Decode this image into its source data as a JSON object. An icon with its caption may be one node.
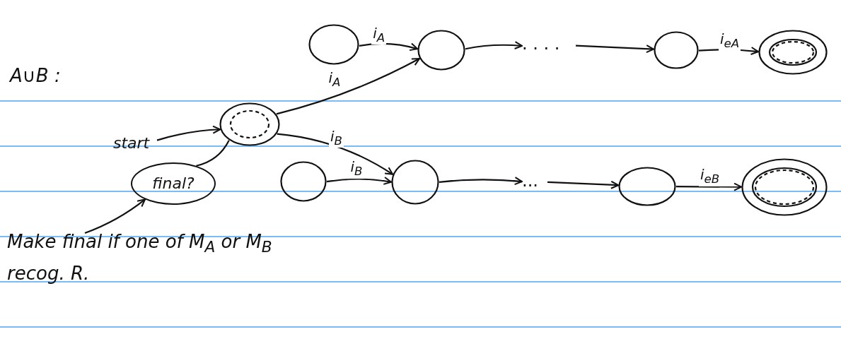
{
  "diagram": {
    "title": "A∪B :",
    "nodes": [
      {
        "text": [],
        "shape": "circle"
      },
      {
        "text": [
          "final?"
        ]
      },
      {
        "text": [
          "start"
        ]
      },
      {
        "text": [
          "Make final if one of M$_{A}$ or M$_{B}$ recog. R."
        ]
      },
      {
        "text": [],
        "shape": "circle"
      },
      {
        "text": [],
        "shape": "circle"
      },
      {
        "text": [],
        "shape": "circle"
      },
      {
        "text": [],
        "shape": "double-circle"
      },
      {
        "text": [],
        "shape": "circle"
      },
      {
        "text": [],
        "shape": "circle"
      },
      {
        "text": [],
        "shape": "circle"
      },
      {
        "text": [],
        "shape": "double-circle"
      },
      {
        "text": [
          ". . . ."
        ]
      },
      {
        "text": [
          "..."
        ]
      }
    ],
    "edges": [
      {
        "from": 2,
        "to": 0,
        "arrow": "to"
      },
      {
        "from": 0,
        "to": 1,
        "arrow": "none"
      },
      {
        "from": 3,
        "to": 1,
        "arrow": "to"
      },
      {
        "from": 4,
        "to": 5,
        "arrow": "to",
        "label": "i$_{A}$"
      },
      {
        "from": 0,
        "to": 5,
        "arrow": "to",
        "label": "i$_{A}$"
      },
      {
        "from": 5,
        "to": 12,
        "arrow": "to"
      },
      {
        "from": 12,
        "to": 6,
        "arrow": "to"
      },
      {
        "from": 6,
        "to": 7,
        "arrow": "to",
        "label": "i$_{eA}$"
      },
      {
        "from": 0,
        "to": 9,
        "arrow": "to",
        "label": "i$_{B}$"
      },
      {
        "from": 8,
        "to": 9,
        "arrow": "to",
        "label": "i$_{B}$"
      },
      {
        "from": 9,
        "to": 13,
        "arrow": "to"
      },
      {
        "from": 13,
        "to": 10,
        "arrow": "to"
      },
      {
        "from": 10,
        "to": 11,
        "arrow": "to",
        "label": "i$_{eB}$"
      }
    ]
  }
}
